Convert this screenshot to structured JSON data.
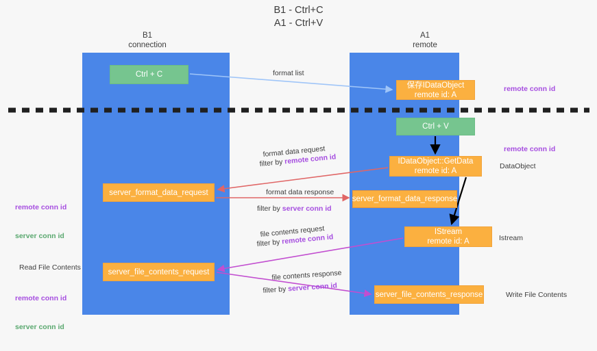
{
  "title": "B1 - Ctrl+C\nA1 - Ctrl+V",
  "columns": {
    "left": "B1\nconnection",
    "right": "A1\nremote"
  },
  "colors": {
    "lane": "#4a86e8",
    "green_box": "#76c58f",
    "orange_box": "#fbb040",
    "remote_conn_id": "#a64ee0",
    "server_conn_id": "#5aa86f",
    "arrow_format_list": "#9fc5f8",
    "arrow_format_data": "#e06666",
    "arrow_file_contents": "#c24ed0",
    "arrow_black": "#000000",
    "divider": "#202020",
    "background": "#f7f7f7"
  },
  "boxes": {
    "ctrl_c": "Ctrl + C",
    "ctrl_v": "Ctrl + V",
    "save_idataobject": "保存IDataObject\nremote id: A",
    "getdata": "IDataObject::GetData\nremote id: A",
    "server_format_data_request": "server_format_data_request",
    "server_format_data_response": "server_format_data_response",
    "istream": "IStream\nremote id: A",
    "server_file_contents_request": "server_file_contents_request",
    "server_file_contents_response": "server_file_contents_response"
  },
  "arrow_labels": {
    "format_list": "format list",
    "format_data_request": "format data request",
    "format_data_request_filter_prefix": "filter by ",
    "format_data_request_filter_key": "remote conn id",
    "format_data_response": "format data response",
    "format_data_response_filter_prefix": "filter by ",
    "format_data_response_filter_key": "server conn id",
    "file_contents_request": "file contents request",
    "file_contents_request_filter_prefix": "filter by ",
    "file_contents_request_filter_key": "remote conn id",
    "file_contents_response": "file contents response",
    "file_contents_response_filter_prefix": "filter by ",
    "file_contents_response_filter_key": "server conn id"
  },
  "right_annotations": {
    "remote_conn_id_top": "remote conn id",
    "remote_conn_id_mid": "remote conn id",
    "dataobject": "DataObject",
    "istream": "Istream",
    "write_file_contents": "Write File Contents"
  },
  "left_annotations": {
    "remote_conn_id_1": "remote conn id",
    "server_conn_id_1": "server conn id",
    "read_file_contents": "Read File Contents",
    "remote_conn_id_2": "remote conn id",
    "server_conn_id_2": "server conn id"
  }
}
